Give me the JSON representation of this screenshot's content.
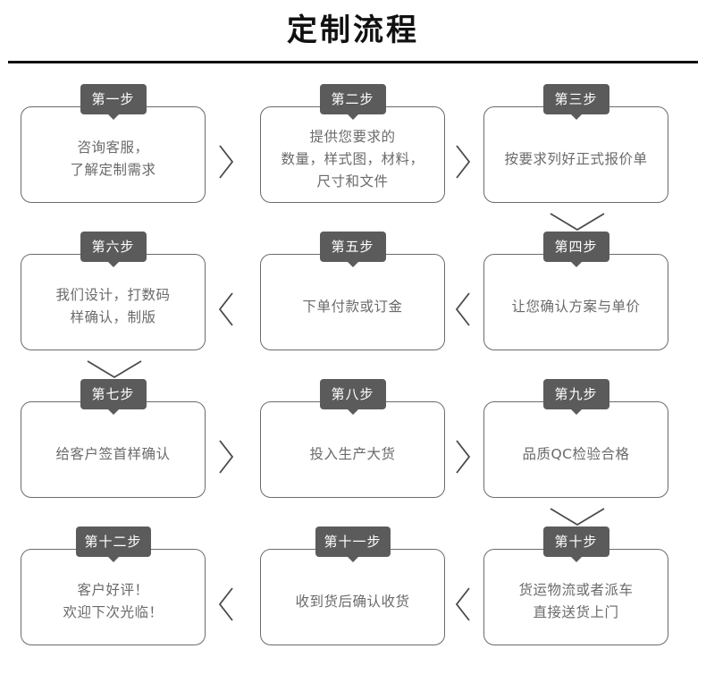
{
  "header": {
    "title": "定制流程"
  },
  "flow": {
    "direction_note": "boustrophedon: row1 left-to-right, row2 right-to-left, row3 left-to-right, row4 right-to-left",
    "rows": [
      {
        "cells": [
          {
            "tab": "第一步",
            "lines": [
              "咨询客服，",
              "了解定制需求"
            ]
          },
          {
            "tab": "第二步",
            "lines": [
              "提供您要求的",
              "数量，样式图，材料，",
              "尺寸和文件"
            ]
          },
          {
            "tab": "第三步",
            "lines": [
              "按要求列好正式报价单"
            ]
          }
        ]
      },
      {
        "cells": [
          {
            "tab": "第六步",
            "lines": [
              "我们设计，打数码",
              "样确认，制版"
            ]
          },
          {
            "tab": "第五步",
            "lines": [
              "下单付款或订金"
            ]
          },
          {
            "tab": "第四步",
            "lines": [
              "让您确认方案与单价"
            ]
          }
        ]
      },
      {
        "cells": [
          {
            "tab": "第七步",
            "lines": [
              "给客户签首样确认"
            ]
          },
          {
            "tab": "第八步",
            "lines": [
              "投入生产大货"
            ]
          },
          {
            "tab": "第九步",
            "lines": [
              "品质QC检验合格"
            ]
          }
        ]
      },
      {
        "cells": [
          {
            "tab": "第十二步",
            "lines": [
              "客户好评！",
              "欢迎下次光临！"
            ]
          },
          {
            "tab": "第十一步",
            "lines": [
              "收到货后确认收货"
            ]
          },
          {
            "tab": "第十步",
            "lines": [
              "货运物流或者派车",
              "直接送货上门"
            ]
          }
        ]
      }
    ]
  },
  "colors": {
    "tab_background": "#5b5b5b",
    "tab_text": "#ffffff",
    "box_border": "#6b6b6b",
    "body_text": "#6a6a6a",
    "title_text": "#111111",
    "connector": "#4a4a4a",
    "page_background": "#ffffff"
  }
}
